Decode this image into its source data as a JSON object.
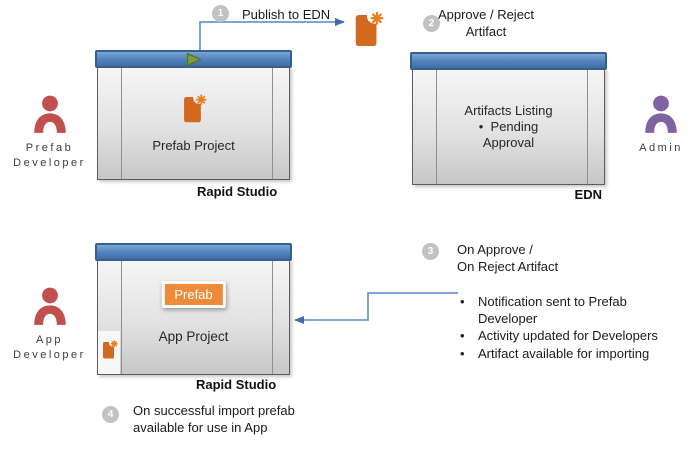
{
  "diagram": {
    "steps": {
      "s1": {
        "num": "1",
        "label": "Publish to EDN"
      },
      "s2": {
        "num": "2",
        "line1": "Approve / Reject",
        "line2": "Artifact"
      },
      "s3": {
        "num": "3",
        "line1": "On Approve /",
        "line2": "On Reject Artifact"
      },
      "s4": {
        "num": "4",
        "line1": "On successful import prefab",
        "line2": "available for use in App"
      }
    },
    "actors": {
      "prefab_developer": {
        "line1": "Prefab",
        "line2": "Developer"
      },
      "admin": {
        "line1": "Admin"
      },
      "app_developer": {
        "line1": "App",
        "line2": "Developer"
      }
    },
    "windows": {
      "studio_top": {
        "content": "Prefab Project",
        "caption": "Rapid Studio"
      },
      "edn": {
        "line1": "Artifacts Listing",
        "line2": "•  Pending",
        "line3": "Approval",
        "caption": "EDN"
      },
      "studio_bottom": {
        "button": "Prefab",
        "content": "App Project",
        "caption": "Rapid Studio"
      }
    },
    "notes": {
      "b1": "Notification sent to Prefab Developer",
      "b2": "Activity updated for Developers",
      "b3": "Artifact available for importing"
    },
    "colors": {
      "titlebar_blue": "#4f81bd",
      "titlebar_border": "#365f91",
      "arrow_blue": "#6c99cf",
      "arrowhead_blue": "#3e6cab",
      "doc_icon_orange": "#d2691e",
      "prefab_button_orange": "#ed8b38",
      "developer_red": "#c0504d",
      "admin_purple": "#8064a2",
      "play_green": "#7d9b40",
      "badge_gray": "#c2c2c2"
    }
  }
}
